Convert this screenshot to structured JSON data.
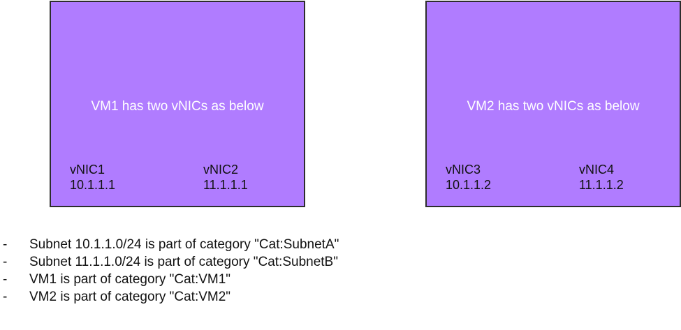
{
  "vms": [
    {
      "caption": "VM1 has two vNICs as below",
      "nics": [
        {
          "name": "vNIC1",
          "ip": "10.1.1.1"
        },
        {
          "name": "vNIC2",
          "ip": "11.1.1.1"
        }
      ]
    },
    {
      "caption": "VM2 has two vNICs as below",
      "nics": [
        {
          "name": "vNIC3",
          "ip": "10.1.1.2"
        },
        {
          "name": "vNIC4",
          "ip": "11.1.1.2"
        }
      ]
    }
  ],
  "notes": [
    {
      "bullet": "-",
      "text": "Subnet 10.1.1.0/24 is part of category \"Cat:SubnetA\""
    },
    {
      "bullet": "-",
      "text": "Subnet 11.1.1.0/24 is part of category \"Cat:SubnetB\""
    },
    {
      "bullet": "-",
      "text": "VM1 is part of category \"Cat:VM1\""
    },
    {
      "bullet": "-",
      "text": "VM2 is part of category \"Cat:VM2\""
    }
  ],
  "colors": {
    "vm_fill": "#b07cff",
    "vm_border": "#2d2d2d",
    "caption_text": "#ffffff",
    "body_text": "#111111"
  }
}
